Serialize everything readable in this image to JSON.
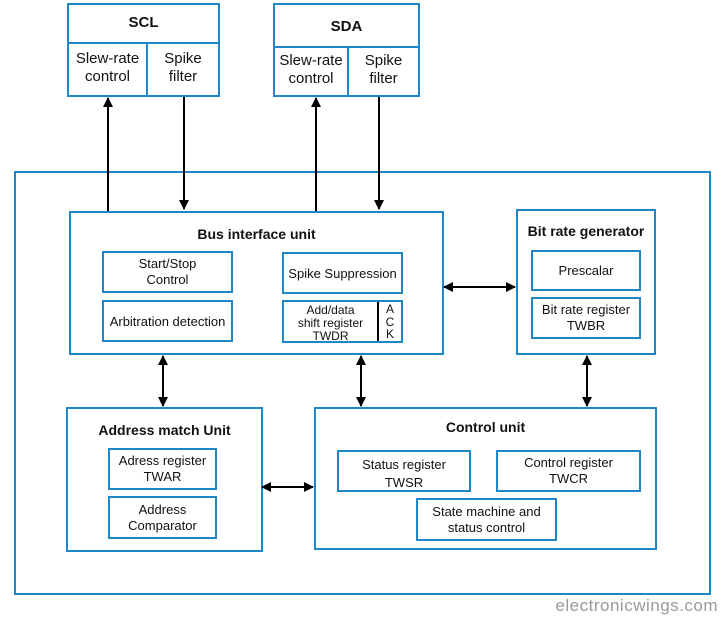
{
  "scl": {
    "title": "SCL",
    "left_line1": "Slew-rate",
    "left_line2": "control",
    "right_line1": "Spike",
    "right_line2": "filter"
  },
  "sda": {
    "title": "SDA",
    "left_line1": "Slew-rate",
    "left_line2": "control",
    "right_line1": "Spike",
    "right_line2": "filter"
  },
  "bus_interface": {
    "title": "Bus interface unit",
    "start_stop_line1": "Start/Stop",
    "start_stop_line2": "Control",
    "arbitration": "Arbitration detection",
    "spike_suppression": "Spike Suppression",
    "shift_line1": "Add/data",
    "shift_line2": "shift register",
    "shift_line3": "TWDR",
    "ack_a": "A",
    "ack_c": "C",
    "ack_k": "K"
  },
  "bit_rate": {
    "title": "Bit rate generator",
    "prescalar": "Prescalar",
    "register_line1": "Bit rate register",
    "register_line2": "TWBR"
  },
  "address_match": {
    "title": "Address match Unit",
    "register_line1": "Adress register",
    "register_line2": "TWAR",
    "comparator_line1": "Address",
    "comparator_line2": "Comparator"
  },
  "control_unit": {
    "title": "Control unit",
    "status_line1": "Status register",
    "status_line2": "TWSR",
    "control_line1": "Control register",
    "control_line2": "TWCR",
    "state_line1": "State machine and",
    "state_line2": "status control"
  },
  "watermark": "electronicwings.com",
  "colors": {
    "border": "#1f86c8",
    "arrow": "#000000",
    "watermark": "#9a9a9a"
  }
}
